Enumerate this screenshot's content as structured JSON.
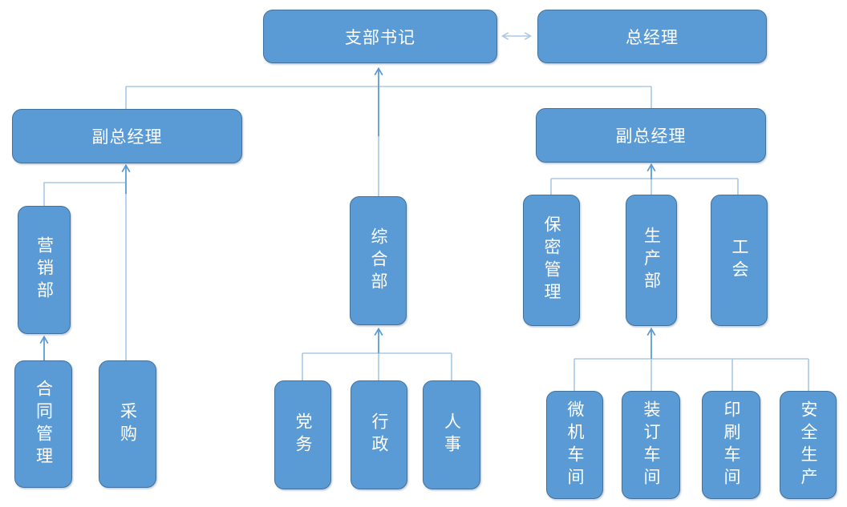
{
  "diagram": {
    "type": "org-chart",
    "colors": {
      "node_fill": "#5B9BD5",
      "node_border": "#41719C",
      "node_text": "#FFFFFF",
      "connector_line": "#A9C8E8",
      "arrow_line": "#5B9BD5",
      "background": "#FFFFFF"
    },
    "nodes": {
      "branch_secretary": "支部书记",
      "general_manager": "总经理",
      "deputy_gm_left": "副总经理",
      "deputy_gm_right": "副总经理",
      "marketing_dept": "营销部",
      "contract_management": "合同管理",
      "procurement": "采购",
      "general_affairs_dept": "综合部",
      "party_affairs": "党务",
      "administration": "行政",
      "personnel": "人事",
      "confidentiality_management": "保密管理",
      "production_dept": "生产部",
      "labor_union": "工会",
      "computer_workshop": "微机车间",
      "binding_workshop": "装订车间",
      "printing_workshop": "印刷车间",
      "safety_production": "安全生产"
    },
    "edges": [
      {
        "from": "branch_secretary",
        "to": "general_manager",
        "type": "double-arrow"
      },
      {
        "from": "general_affairs_dept",
        "to": "branch_secretary",
        "type": "arrow"
      },
      {
        "from": "deputy_gm_left",
        "to": "branch_secretary",
        "type": "elbow-line"
      },
      {
        "from": "deputy_gm_right",
        "to": "branch_secretary",
        "type": "elbow-line"
      },
      {
        "from": "marketing_dept",
        "to": "deputy_gm_left",
        "type": "elbow-line"
      },
      {
        "from": "procurement",
        "to": "deputy_gm_left",
        "type": "arrow"
      },
      {
        "from": "contract_management",
        "to": "marketing_dept",
        "type": "arrow"
      },
      {
        "from": "party_affairs",
        "to": "general_affairs_dept",
        "type": "elbow-line"
      },
      {
        "from": "administration",
        "to": "general_affairs_dept",
        "type": "arrow"
      },
      {
        "from": "personnel",
        "to": "general_affairs_dept",
        "type": "elbow-line"
      },
      {
        "from": "confidentiality_management",
        "to": "deputy_gm_right",
        "type": "elbow-line"
      },
      {
        "from": "production_dept",
        "to": "deputy_gm_right",
        "type": "arrow"
      },
      {
        "from": "labor_union",
        "to": "deputy_gm_right",
        "type": "elbow-line"
      },
      {
        "from": "computer_workshop",
        "to": "production_dept",
        "type": "elbow-line"
      },
      {
        "from": "binding_workshop",
        "to": "production_dept",
        "type": "arrow"
      },
      {
        "from": "printing_workshop",
        "to": "production_dept",
        "type": "elbow-line"
      },
      {
        "from": "safety_production",
        "to": "production_dept",
        "type": "elbow-line"
      }
    ]
  }
}
